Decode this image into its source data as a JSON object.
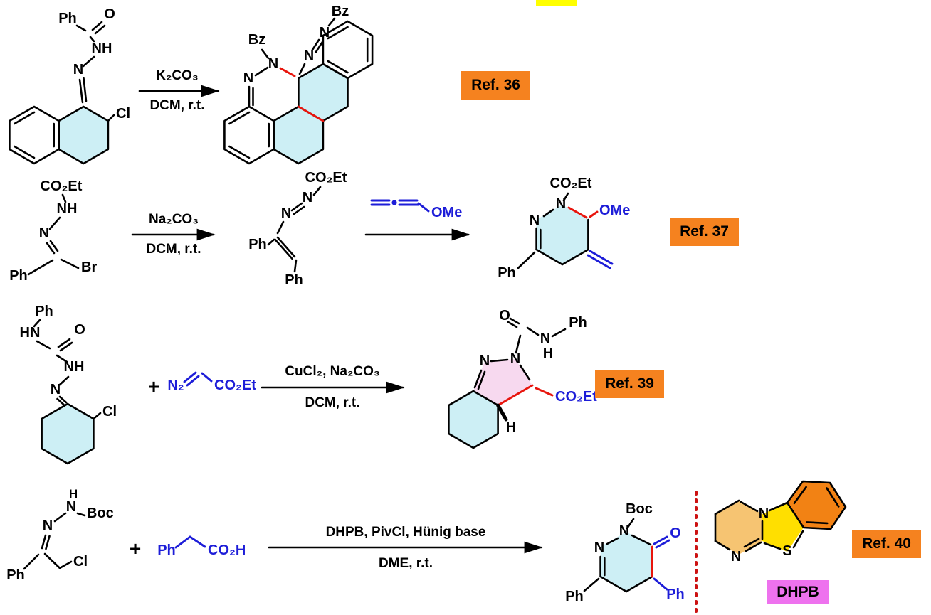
{
  "colors": {
    "bond": "#000000",
    "reagent_blue": "#1d1dd8",
    "new_bond_red": "#e8150d",
    "ring_highlight_cyan": "#cdeff5",
    "ring_highlight_pink": "#f7d9ef",
    "ref_badge_orange": "#f5821f",
    "dhpb_badge_magenta": "#ee72ee",
    "dhpb_ring_tan": "#f6c472",
    "dhpb_ring_yellow": "#ffdf00",
    "dhpb_ring_orange": "#f28214",
    "divider_red": "#cc1111",
    "highlight_yellow": "#ffff00"
  },
  "atoms": {
    "ph": "Ph",
    "o": "O",
    "nh": "NH",
    "hn": "HN",
    "n": "N",
    "h": "H",
    "s": "S",
    "cl": "Cl",
    "br": "Br",
    "bz": "Bz",
    "boc": "Boc",
    "ome": "OMe",
    "co2et": "CO₂Et",
    "co2h": "CO₂H",
    "n2": "N₂",
    "plus": "+"
  },
  "reactions": [
    {
      "ref": "Ref. 36",
      "cond1": "K₂CO₃",
      "cond2": "DCM, r.t."
    },
    {
      "ref": "Ref. 37",
      "cond1": "Na₂CO₃",
      "cond2": "DCM, r.t."
    },
    {
      "ref": "Ref. 39",
      "cond1": "CuCl₂, Na₂CO₃",
      "cond2": "DCM, r.t."
    },
    {
      "ref": "Ref. 40",
      "cond1": "DHPB, PivCl, Hünig base",
      "cond2": "DME, r.t."
    }
  ],
  "catalyst": {
    "name": "DHPB"
  }
}
